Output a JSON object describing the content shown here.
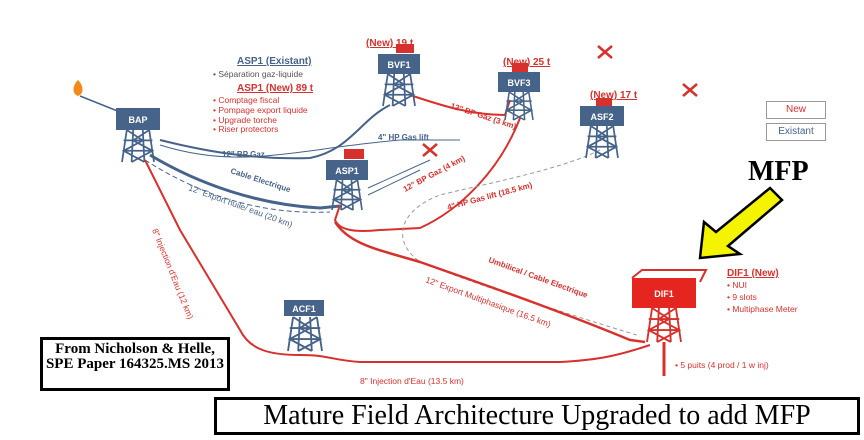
{
  "colors": {
    "existing": "#46638a",
    "new": "#d7312e",
    "arrow": "#f4f400"
  },
  "legend": {
    "new": "New",
    "existing": "Existant"
  },
  "platforms": {
    "bap": "BAP",
    "bvf1": "BVF1",
    "bvf3": "BVF3",
    "asf2": "ASF2",
    "asp1": "ASP1",
    "acf1": "ACF1",
    "dif1": "DIF1"
  },
  "weights": {
    "bvf1": "(New) 19 t",
    "bvf3": "(New) 25 t",
    "asf2": "(New) 17 t"
  },
  "asp1_existing": {
    "title": "ASP1 (Existant)",
    "items": [
      "• Séparation gaz-liquide"
    ]
  },
  "asp1_new": {
    "title": "ASP1 (New) 89 t",
    "items": [
      "• Comptage fiscal",
      "• Pompage export liquide",
      "• Upgrade torche",
      "• Riser protectors"
    ]
  },
  "dif1": {
    "title": "DIF1 (New)",
    "items": [
      "• NUI",
      "• 9 slots",
      "• Multiphase Meter"
    ],
    "wells": "• 5 puits (4 prod / 1 w inj)"
  },
  "pipelines": {
    "bp_gaz_12": "12\" BP Gaz",
    "hp_gas_lift_4": "4\" HP Gas lift",
    "bp_gaz_3km": "12\" BP Gaz (3 km)",
    "cable": "Cable Electrique",
    "export_oil": "12\" Export huile/ eau (20 km)",
    "bp_gaz_4km": "12\" BP Gaz (4 km)",
    "hp_gas_lift_18": "4\" HP Gas lift (18.5 km)",
    "umbilical": "Umbilical / Cable Electrique",
    "export_multi": "12\" Export Multiphasique (16.5 km)",
    "injection_12": "8\" Injection d'Eau (12 km)",
    "injection_13": "8\" Injection d'Eau (13.5 km)"
  },
  "mfp_label": "MFP",
  "citation": "From Nicholson & Helle, SPE Paper 164325.MS 2013",
  "title": "Mature Field Architecture Upgraded to add MFP"
}
